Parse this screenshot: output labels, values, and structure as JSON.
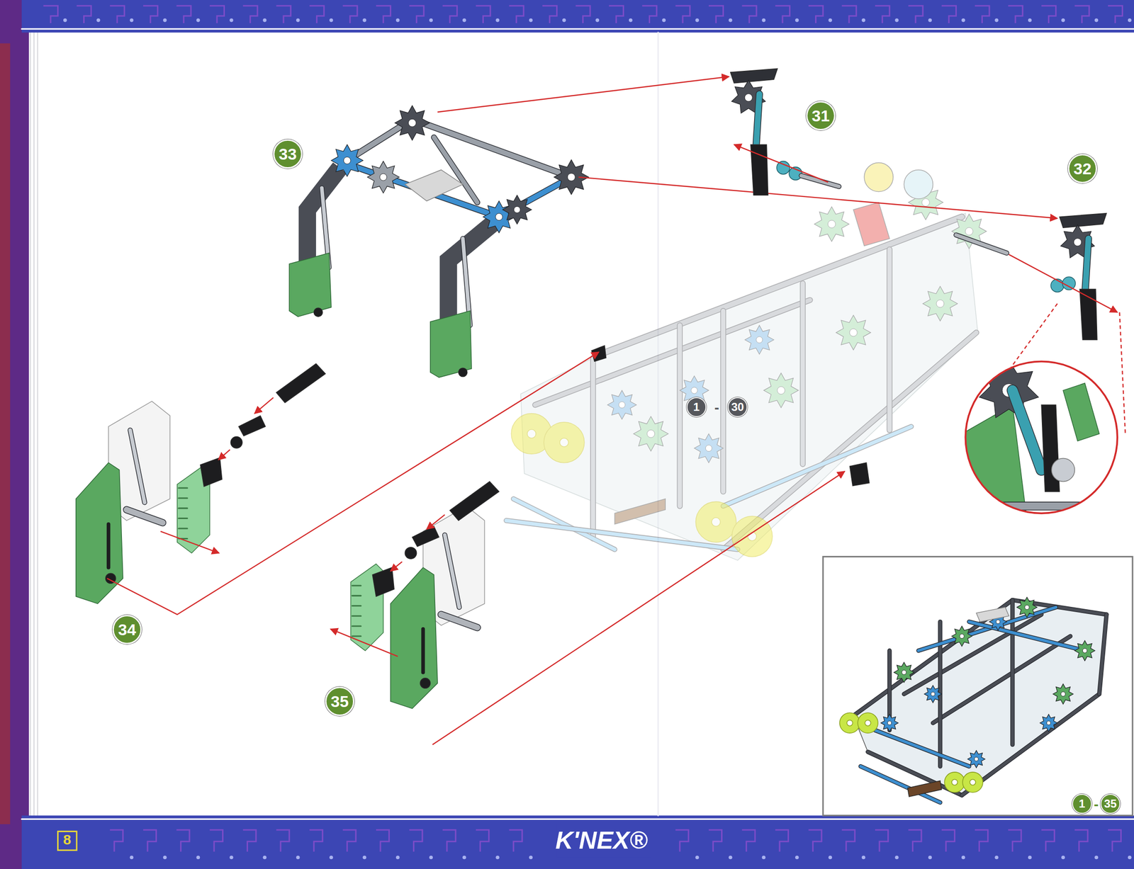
{
  "diagram": {
    "nodes": [
      {
        "text": [
          "31"
        ]
      },
      {
        "text": [
          "33"
        ]
      },
      {
        "text": [
          "32"
        ]
      },
      {
        "text": [
          "1"
        ]
      },
      {
        "text": [
          "30"
        ]
      },
      {
        "text": [
          "34"
        ]
      },
      {
        "text": [
          "35"
        ]
      },
      {
        "text": [
          "1"
        ]
      },
      {
        "text": [
          "35"
        ]
      }
    ],
    "labels": [
      "-",
      "-",
      "8",
      "K'NEX®"
    ]
  }
}
